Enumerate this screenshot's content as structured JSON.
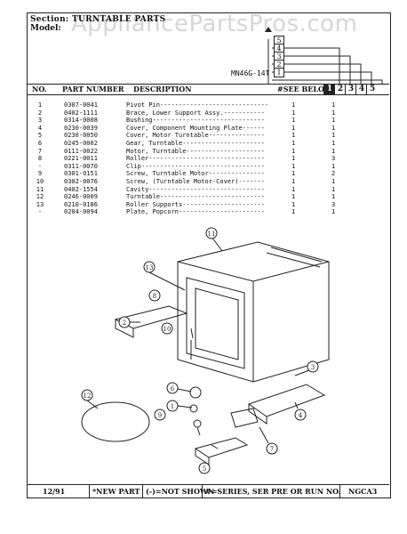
{
  "header": {
    "section_title": "Section: TURNTABLE PARTS",
    "model_label": "Model:",
    "watermark": "AppliancePartsPros.com",
    "model_code": "MN46G-14T"
  },
  "columns": {
    "no": "NO.",
    "part_number": "PART NUMBER",
    "description": "DESCRIPTION",
    "see_below": "#SEE BELOW",
    "boxes": [
      "1",
      "2",
      "3",
      "4",
      "5"
    ]
  },
  "stair_labels": [
    "5",
    "4",
    "3",
    "2",
    "1"
  ],
  "parts": [
    {
      "no": "1",
      "pn": "0307-0041",
      "desc": "Pivot Pin-----------------------------",
      "q": "1",
      "q1": "1"
    },
    {
      "no": "2",
      "pn": "0402-1111",
      "desc": "Brace, Lower Support Assy.-----------",
      "q": "1",
      "q1": "1"
    },
    {
      "no": "3",
      "pn": "0314-0008",
      "desc": "Bushing------------------------------",
      "q": "1",
      "q1": "1"
    },
    {
      "no": "4",
      "pn": "0230-0039",
      "desc": "Cover, Component Mounting Plate------",
      "q": "1",
      "q1": "1"
    },
    {
      "no": "5",
      "pn": "0230-0050",
      "desc": "Cover, Motor Turntable---------------",
      "q": "1",
      "q1": "1"
    },
    {
      "no": "6",
      "pn": "0245-0002",
      "desc": "Gear, Turntable----------------------",
      "q": "1",
      "q1": "1"
    },
    {
      "no": "7",
      "pn": "0111-0022",
      "desc": "Motor, Turntable---------------------",
      "q": "1",
      "q1": "1"
    },
    {
      "no": "8",
      "pn": "0221-0011",
      "desc": "Roller-------------------------------",
      "q": "1",
      "q1": "3"
    },
    {
      "no": "-",
      "pn": "0311-0070",
      "desc": "Clip---------------------------------",
      "q": "1",
      "q1": "1"
    },
    {
      "no": "9",
      "pn": "0301-0151",
      "desc": "Screw, Turntable Motor---------------",
      "q": "1",
      "q1": "2"
    },
    {
      "no": "10",
      "pn": "0302-0076",
      "desc": "Screw, (Turntable Motor-Cover)-------",
      "q": "1",
      "q1": "1"
    },
    {
      "no": "11",
      "pn": "0402-1554",
      "desc": "Cavity-------------------------------",
      "q": "1",
      "q1": "1"
    },
    {
      "no": "12",
      "pn": "0246-0009",
      "desc": "Turntable----------------------------",
      "q": "1",
      "q1": "1"
    },
    {
      "no": "13",
      "pn": "0210-0186",
      "desc": "Roller Supports----------------------",
      "q": "1",
      "q1": "3"
    },
    {
      "no": "-",
      "pn": "0204-0094",
      "desc": "Plate, Popcorn-----------------------",
      "q": "1",
      "q1": "1"
    }
  ],
  "callouts": {
    "c1": "1",
    "c2": "2",
    "c3": "3",
    "c4": "4",
    "c5": "5",
    "c6": "6",
    "c7": "7",
    "c8": "8",
    "c9": "9",
    "c10": "10",
    "c11": "11",
    "c12": "12",
    "c13": "13"
  },
  "footer": {
    "date": "12/91",
    "new_part": "*NEW PART",
    "not_shown": "(-)=NOT SHOWN",
    "series": "#=SERIES, SER PRE OR RUN NO.",
    "code": "NGCA3"
  }
}
